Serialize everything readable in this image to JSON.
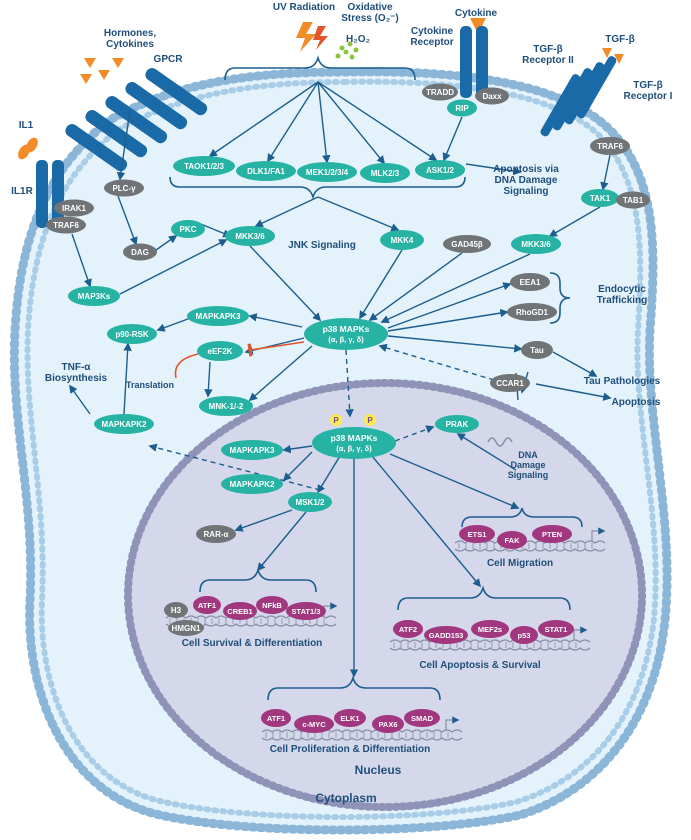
{
  "colors": {
    "teal": "#27b3a4",
    "gray": "#707476",
    "tf": "#a0377f",
    "receptor": "#1a6aa8",
    "arrow": "#1d5e8e",
    "inhibit": "#e2562b",
    "cytoplasm": "#e4f3fb",
    "membrane": "#8bb6d8",
    "nucleus": "#d4d8ea",
    "nucleus_border": "#8e93b7",
    "label": "#1f4e7a"
  },
  "stimuli": {
    "uv": "UV Radiation",
    "oxidative": "Oxidative Stress (O₂⁻)",
    "h2o2": "H₂O₂",
    "cytokine": "Cytokine",
    "hormones": "Hormones, Cytokines",
    "tgfb": "TGF-β",
    "il1": "IL1"
  },
  "receptors": {
    "gpcr": "GPCR",
    "cytokine_receptor": "Cytokine Receptor",
    "tgfb_receptor_2": "TGF-β Receptor II",
    "tgfb_receptor_1": "TGF-β Receptor I",
    "il1r": "IL1R"
  },
  "nodes": {
    "tradd": "TRADD",
    "rip": "RIP",
    "daxx": "Daxx",
    "traf6_tgf": "TRAF6",
    "tak1": "TAK1",
    "tab1": "TAB1",
    "irak1": "IRAK1",
    "traf6_il1": "TRAF6",
    "plc": "PLC-γ",
    "dag": "DAG",
    "pkc": "PKC",
    "taok": "TAOK1/2/3",
    "dlk": "DLK1/FA1",
    "mek": "MEK1/2/3/4",
    "mlk": "MLK2/3",
    "ask": "ASK1/2",
    "mkk36_left": "MKK3/6",
    "mkk4": "MKK4",
    "gad45": "GAD45β",
    "mkk36_right": "MKK3/6",
    "map3ks": "MAP3Ks",
    "mapkapk3": "MAPKAPK3",
    "p90rsk": "p90-RSK",
    "eef2k": "eEF2K",
    "mnk": "MNK-1/-2",
    "mapkapk2": "MAPKAPK2",
    "p38_line1": "p38 MAPKs",
    "p38_line2": "(α, β, γ, δ)",
    "eea1": "EEA1",
    "rhogd1": "RhoGD1",
    "tau": "Tau",
    "ccar1": "CCAR1"
  },
  "nuclear_nodes": {
    "p38_line1": "p38 MAPKs",
    "p38_line2": "(α, β, γ, δ)",
    "p": "P",
    "prak": "PRAK",
    "mapkapk3": "MAPKAPK3",
    "mapkapk2": "MAPKAPK2",
    "msk": "MSK1/2",
    "rar": "RAR-α",
    "h3": "H3",
    "hmgn1": "HMGN1"
  },
  "transcription_factors": {
    "migration": [
      "ETS1",
      "FAK",
      "PTEN"
    ],
    "survival": [
      "ATF1",
      "CREB1",
      "NFkB",
      "STAT1/3"
    ],
    "apoptosis": [
      "ATF2",
      "GADD153",
      "MEF2s",
      "p53",
      "STAT1"
    ],
    "proliferation": [
      "ATF1",
      "c-MYC",
      "ELK1",
      "PAX6",
      "SMAD"
    ]
  },
  "labels": {
    "apoptosis_dna": "Apoptosis via DNA Damage Signaling",
    "jnk": "JNK Signaling",
    "endocytic": "Endocytic Trafficking",
    "tau_path": "Tau Pathologies",
    "apoptosis": "Apoptosis",
    "translation": "Translation",
    "tnf": "TNF-α Biosynthesis",
    "dna_damage": "DNA Damage Signaling",
    "cell_migration": "Cell Migration",
    "cell_survival": "Cell Survival & Differentiation",
    "cell_apoptosis": "Cell Apoptosis & Survival",
    "cell_proliferation": "Cell Proliferation & Differentiation",
    "nucleus": "Nucleus",
    "cytoplasm": "Cytoplasm"
  }
}
